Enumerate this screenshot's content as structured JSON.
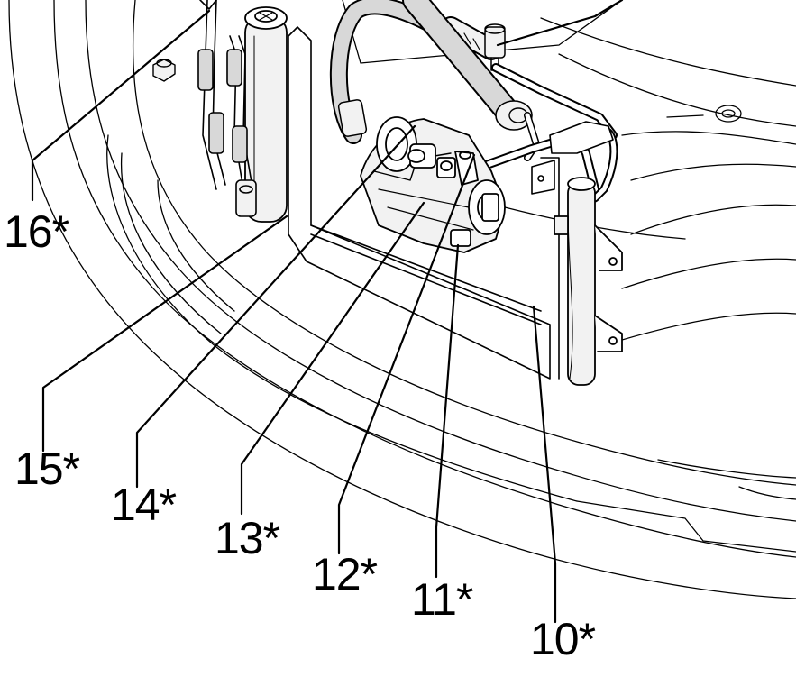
{
  "diagram": {
    "background_color": "#ffffff",
    "line_color": "#000000",
    "component_fill": "#f2f2f2",
    "hose_fill": "#d8d8d8",
    "callouts": [
      {
        "id": "16",
        "label": "16*"
      },
      {
        "id": "15",
        "label": "15*"
      },
      {
        "id": "14",
        "label": "14*"
      },
      {
        "id": "13",
        "label": "13*"
      },
      {
        "id": "12",
        "label": "12*"
      },
      {
        "id": "11",
        "label": "11*"
      },
      {
        "id": "10",
        "label": "10*"
      }
    ]
  }
}
